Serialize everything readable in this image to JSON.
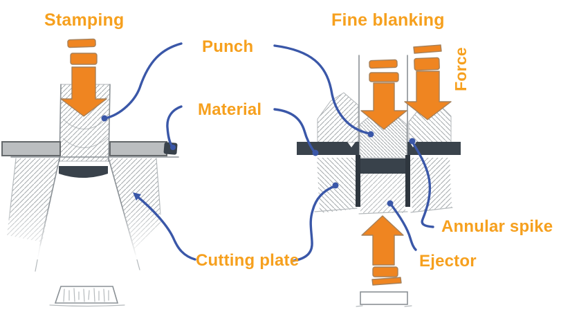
{
  "labels": {
    "stamping_title": "Stamping",
    "fine_blanking_title": "Fine blanking",
    "punch": "Punch",
    "material": "Material",
    "cutting_plate": "Cutting plate",
    "force": "Force",
    "annular_spike": "Annular spike",
    "ejector": "Ejector"
  },
  "colors": {
    "label-orange": "#F6A01E",
    "arrow-orange": "#EF8521",
    "leader-blue": "#3A57A8",
    "pencil": "#8A9095",
    "hatch": "#A7ACAF",
    "material-gray": "#BBBEC0",
    "material-dark": "#3A434C",
    "slug-dark": "#39424B"
  }
}
